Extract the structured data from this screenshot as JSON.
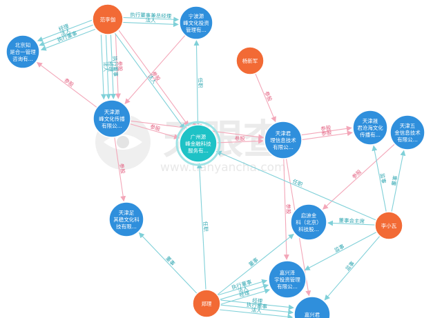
{
  "watermark": {
    "brand": "天眼查",
    "url": "www.tianyancha.com"
  },
  "colors": {
    "company": "#2f8fdc",
    "company_center": "#1ec2c6",
    "person": "#f26a35",
    "edge_invest": "#f3a6b8",
    "edge_role": "#7fd0d8",
    "label_invest": "#e35d7e",
    "label_role": "#2fa6b1",
    "watermark": "#dedede"
  },
  "nodes": [
    {
      "id": "p1",
      "kind": "person",
      "lines": [
        "范李伽"
      ]
    },
    {
      "id": "c_ningbo",
      "kind": "company",
      "lines": [
        "宁波源",
        "峰文化投资",
        "管理有..."
      ]
    },
    {
      "id": "c_beijing",
      "kind": "company",
      "lines": [
        "北京知",
        "是合一管理",
        "咨询有..."
      ]
    },
    {
      "id": "p_yang",
      "kind": "person",
      "lines": [
        "杨新军"
      ]
    },
    {
      "id": "c_tianjin_yuanfeng",
      "kind": "company",
      "lines": [
        "天津源",
        "峰文化传播",
        "有限公..."
      ]
    },
    {
      "id": "c_guangzhou",
      "kind": "center",
      "lines": [
        "广州源",
        "峰金融科技",
        "服务有..."
      ]
    },
    {
      "id": "c_tianjin_junli",
      "kind": "company",
      "lines": [
        "天津君",
        "理信息技术",
        "有限公..."
      ]
    },
    {
      "id": "c_tianjin_junhai",
      "kind": "company",
      "lines": [
        "天津晟",
        "君沧海文化",
        "传播有..."
      ]
    },
    {
      "id": "c_tianjin_wujin",
      "kind": "company",
      "lines": [
        "天津五",
        "金信息技术",
        "有限公..."
      ]
    },
    {
      "id": "c_tianjin_jujun",
      "kind": "company",
      "lines": [
        "天津足",
        "其稳文化科",
        "技有限..."
      ]
    },
    {
      "id": "c_qidi",
      "kind": "company",
      "lines": [
        "启迪金",
        "科（北京）",
        "科技股..."
      ]
    },
    {
      "id": "p_li",
      "kind": "person",
      "lines": [
        "李小瓦"
      ]
    },
    {
      "id": "c_jiaxing",
      "kind": "company",
      "lines": [
        "嘉兴泽",
        "宇投资管理",
        "有限公..."
      ]
    },
    {
      "id": "p_zheng",
      "kind": "person",
      "lines": [
        "郑理"
      ]
    },
    {
      "id": "c_jiaxing_jun",
      "kind": "company",
      "lines": [
        "嘉兴君"
      ]
    }
  ],
  "edges": [
    {
      "from": "p1",
      "to": "c_ningbo",
      "type": "role",
      "label": "执行董事兼总经理"
    },
    {
      "from": "p1",
      "to": "c_ningbo",
      "type": "role",
      "label": "法人"
    },
    {
      "from": "p1",
      "to": "c_beijing",
      "type": "role",
      "label": "执行董事"
    },
    {
      "from": "p1",
      "to": "c_beijing",
      "type": "role",
      "label": "法人"
    },
    {
      "from": "p1",
      "to": "c_beijing",
      "type": "role",
      "label": "经理"
    },
    {
      "from": "p1",
      "to": "c_tianjin_yuanfeng",
      "type": "invest",
      "label": "参股"
    },
    {
      "from": "p1",
      "to": "c_tianjin_yuanfeng",
      "type": "role",
      "label": "执行董事"
    },
    {
      "from": "p1",
      "to": "c_tianjin_yuanfeng",
      "type": "role",
      "label": "经理"
    },
    {
      "from": "p1",
      "to": "c_tianjin_yuanfeng",
      "type": "role",
      "label": "法人"
    },
    {
      "from": "p1",
      "to": "c_guangzhou",
      "type": "invest",
      "label": "参股"
    },
    {
      "from": "p1",
      "to": "c_guangzhou",
      "type": "role",
      "label": "法人"
    },
    {
      "from": "c_ningbo",
      "to": "c_tianjin_yuanfeng",
      "type": "invest",
      "label": ""
    },
    {
      "from": "c_tianjin_yuanfeng",
      "to": "c_beijing",
      "type": "invest",
      "label": "参股"
    },
    {
      "from": "c_tianjin_yuanfeng",
      "to": "c_guangzhou",
      "type": "invest",
      "label": "参股"
    },
    {
      "from": "c_tianjin_yuanfeng",
      "to": "c_tianjin_junli",
      "type": "invest",
      "label": "参股"
    },
    {
      "from": "c_tianjin_yuanfeng",
      "to": "c_tianjin_jujun",
      "type": "invest",
      "label": "参股"
    },
    {
      "from": "p_yang",
      "to": "c_tianjin_junli",
      "type": "invest",
      "label": "参股"
    },
    {
      "from": "c_guangzhou",
      "to": "c_ningbo",
      "type": "role",
      "label": "任职"
    },
    {
      "from": "c_guangzhou",
      "to": "c_tianjin_junli",
      "type": "invest",
      "label": "参股"
    },
    {
      "from": "c_tianjin_junli",
      "to": "c_tianjin_junhai",
      "type": "invest",
      "label": "参股"
    },
    {
      "from": "c_tianjin_junli",
      "to": "c_tianjin_junhai",
      "type": "invest",
      "label": "参股"
    },
    {
      "from": "c_tianjin_junli",
      "to": "c_jiaxing",
      "type": "invest",
      "label": "参股"
    },
    {
      "from": "c_tianjin_junli",
      "to": "c_jiaxing_jun",
      "type": "invest",
      "label": ""
    },
    {
      "from": "c_tianjin_wujin",
      "to": "c_qidi",
      "type": "invest",
      "label": "参股"
    },
    {
      "from": "p_li",
      "to": "c_tianjin_junhai",
      "type": "role",
      "label": "监事"
    },
    {
      "from": "p_li",
      "to": "c_tianjin_wujin",
      "type": "role",
      "label": "董事"
    },
    {
      "from": "p_li",
      "to": "c_qidi",
      "type": "role",
      "label": "董事会主席"
    },
    {
      "from": "p_li",
      "to": "c_guangzhou",
      "type": "role",
      "label": "任职"
    },
    {
      "from": "p_li",
      "to": "c_jiaxing",
      "type": "role",
      "label": "监事"
    },
    {
      "from": "p_li",
      "to": "c_jiaxing_jun",
      "type": "role",
      "label": "监事"
    },
    {
      "from": "p_zheng",
      "to": "c_guangzhou",
      "type": "role",
      "label": "任职"
    },
    {
      "from": "p_zheng",
      "to": "c_tianjin_jujun",
      "type": "role",
      "label": "董事"
    },
    {
      "from": "p_zheng",
      "to": "c_jiaxing",
      "type": "role",
      "label": "执行董事"
    },
    {
      "from": "p_zheng",
      "to": "c_jiaxing",
      "type": "role",
      "label": "法人"
    },
    {
      "from": "p_zheng",
      "to": "c_jiaxing",
      "type": "role",
      "label": "经理"
    },
    {
      "from": "p_zheng",
      "to": "c_jiaxing_jun",
      "type": "role",
      "label": "经理"
    },
    {
      "from": "p_zheng",
      "to": "c_jiaxing_jun",
      "type": "role",
      "label": "执行董事"
    },
    {
      "from": "p_zheng",
      "to": "c_jiaxing_jun",
      "type": "role",
      "label": "法人"
    },
    {
      "from": "p_zheng",
      "to": "c_qidi",
      "type": "role",
      "label": "董事"
    }
  ]
}
